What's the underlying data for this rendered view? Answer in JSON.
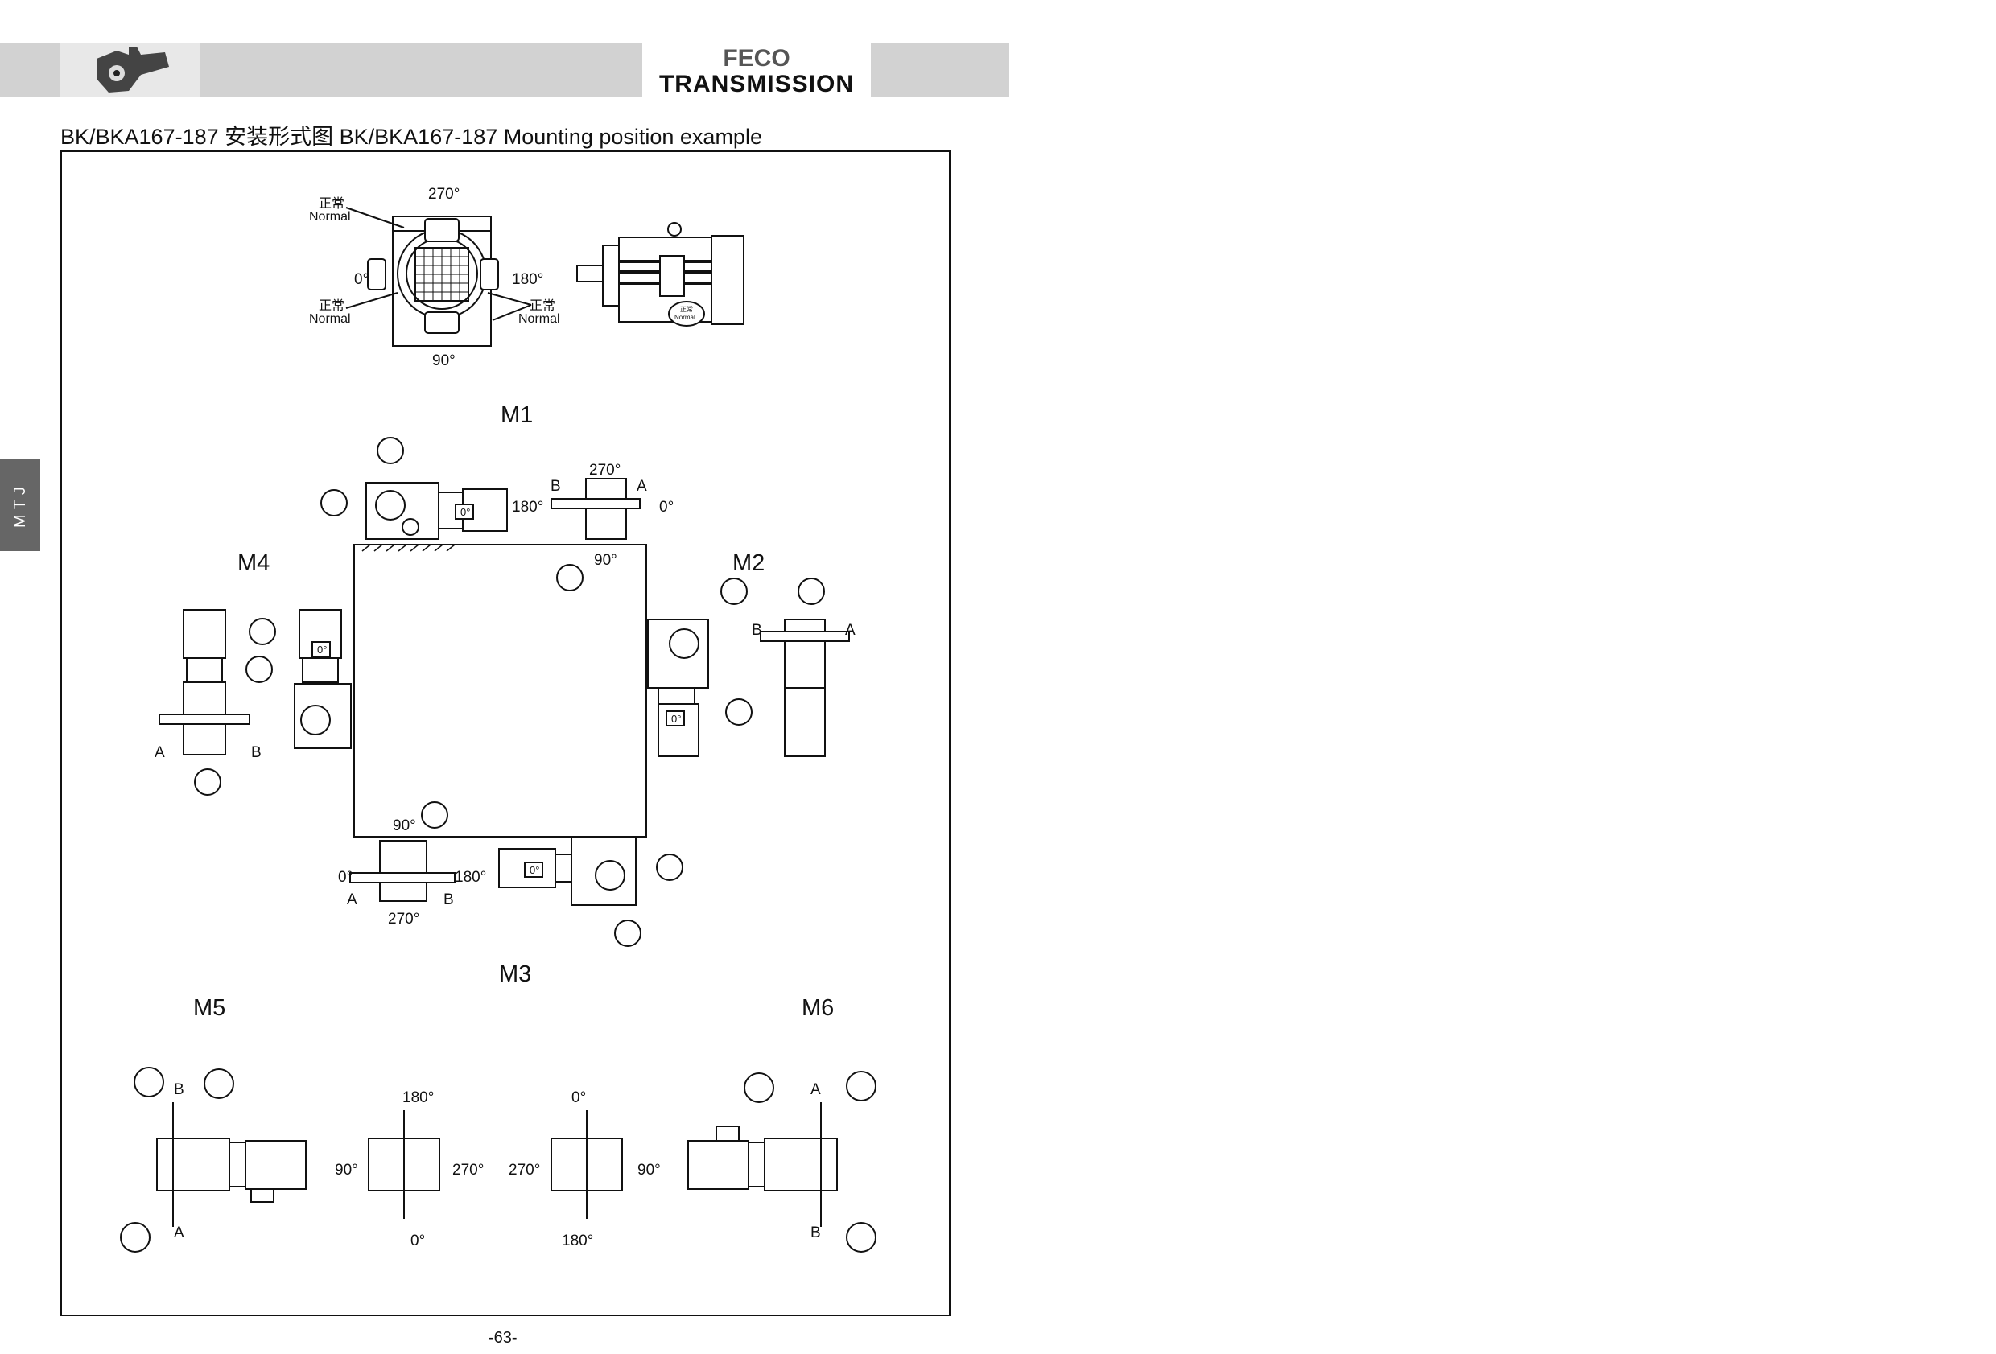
{
  "header": {
    "brand_line1": "FECO",
    "brand_line2": "TRANSMISSION",
    "side_tab": "MTJ"
  },
  "title": "BK/BKA167-187 安装形式图  BK/BKA167-187 Mounting position example",
  "terminal_box": {
    "angles": {
      "a270": "270°",
      "a0": "0°",
      "a180": "180°",
      "a90": "90°"
    },
    "normal_zh": "正常",
    "normal_en": "Normal"
  },
  "positions": {
    "m1": "M1",
    "m2": "M2",
    "m3": "M3",
    "m4": "M4",
    "m5": "M5",
    "m6": "M6"
  },
  "labels": {
    "a": "A",
    "b": "B",
    "motor_angle": "0°"
  },
  "deg": {
    "d0": "0°",
    "d90": "90°",
    "d180": "180°",
    "d270": "270°"
  },
  "page_number": "-63-"
}
